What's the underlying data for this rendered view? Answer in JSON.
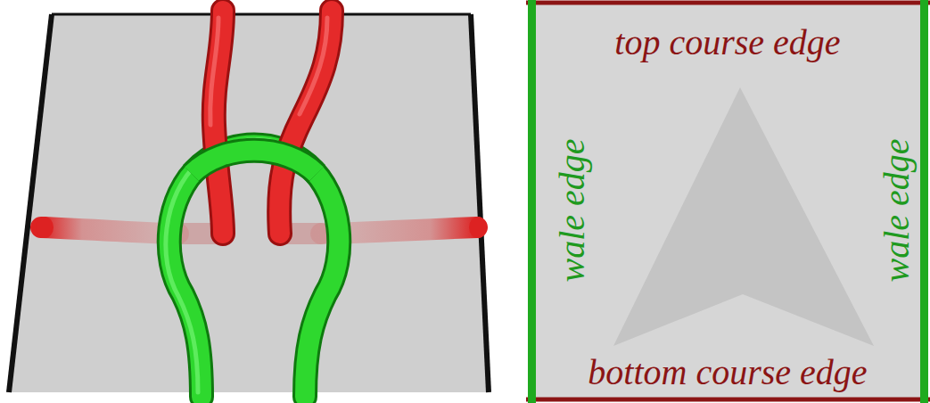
{
  "diagram": {
    "nodes": [
      {
        "text": [
          "top course edge",
          "wale edge",
          "wale edge",
          "bottom course edge"
        ]
      }
    ]
  }
}
